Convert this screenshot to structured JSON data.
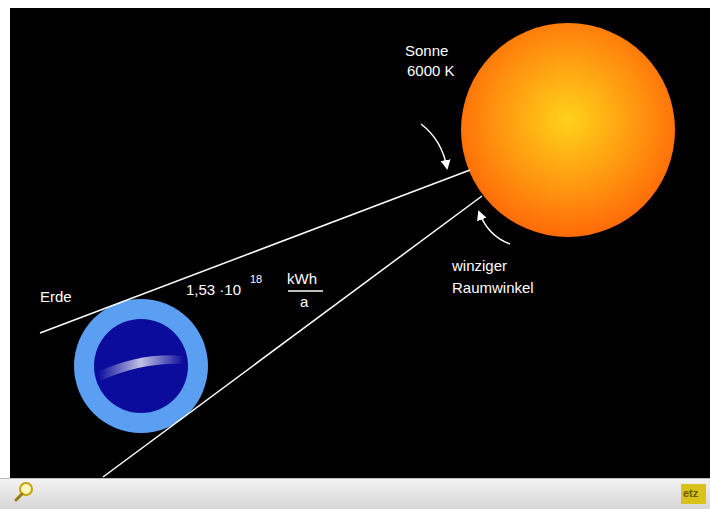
{
  "diagram": {
    "labels": [
      "Sonne",
      "6000 K",
      "Erde",
      "1,53 ·10",
      "18",
      "kWh",
      "a",
      "winziger Raumwinkel",
      "etz"
    ]
  }
}
